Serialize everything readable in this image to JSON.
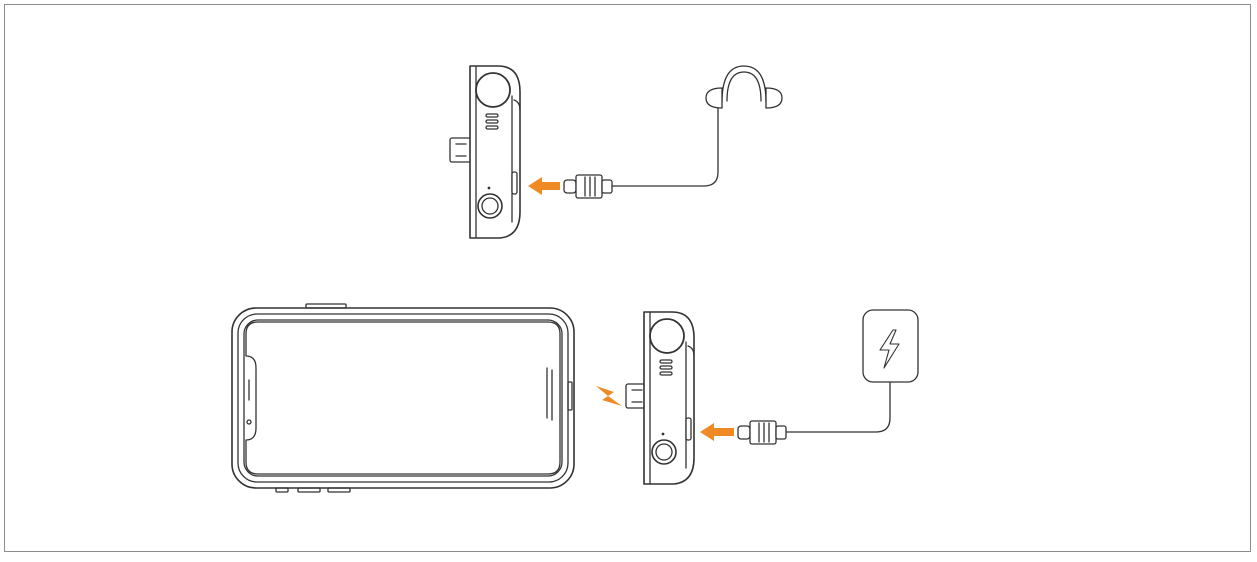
{
  "diagram": {
    "top_row": {
      "device": "usb-c-audio-charging-adapter",
      "connects_to": "headphones"
    },
    "bottom_row": {
      "device": "smartphone",
      "adapter": "usb-c-audio-charging-adapter",
      "connects_to": "charger"
    },
    "colors": {
      "line": "#333333",
      "device_fill": "#ffffff",
      "arrow_accent": "#f08a24",
      "frame_border": "#8c8c8c"
    },
    "icons": [
      "headphones-icon",
      "lightning-bolt-icon",
      "arrow-icon",
      "usb-c-plug-icon",
      "smartphone-icon"
    ]
  }
}
